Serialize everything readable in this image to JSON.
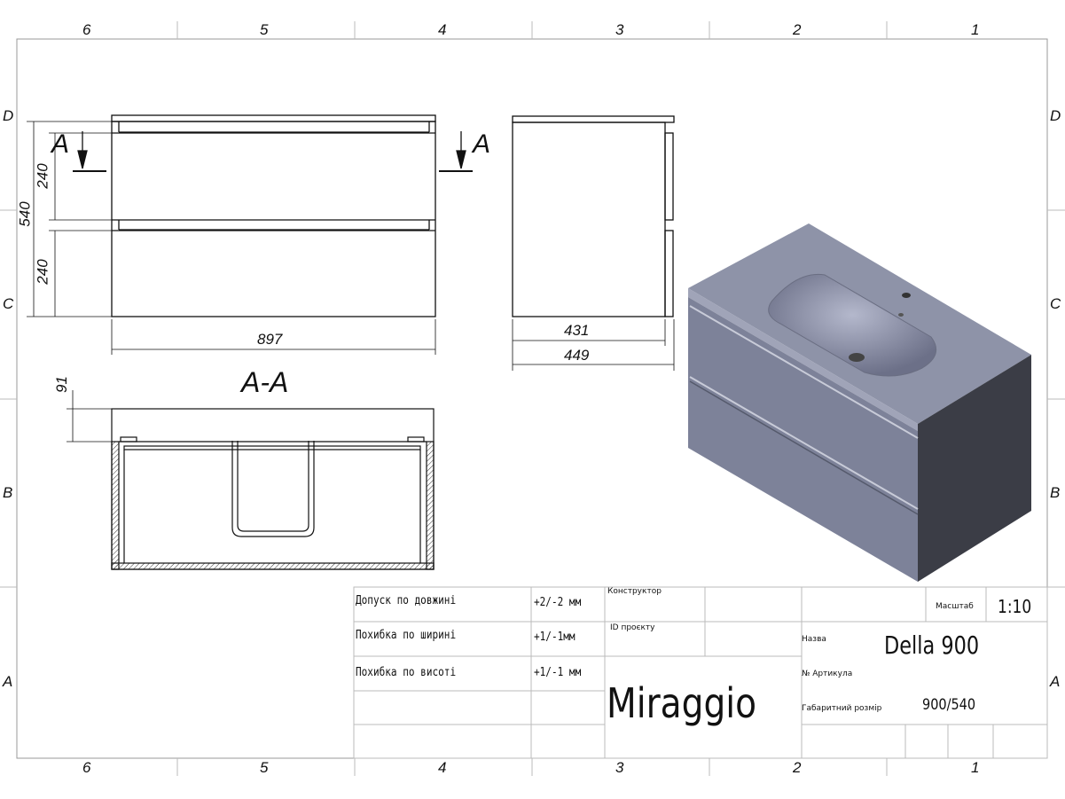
{
  "frame": {
    "columns": [
      "6",
      "5",
      "4",
      "3",
      "2",
      "1"
    ],
    "rows": [
      "D",
      "C",
      "B",
      "A"
    ]
  },
  "views": {
    "section_marker_left": "A",
    "section_marker_right": "A",
    "section_title": "A-A",
    "dimensions": {
      "front_height_total": "540",
      "front_drawer_top": "240",
      "front_drawer_bottom": "240",
      "front_width": "897",
      "side_depth_inner": "431",
      "side_depth_total": "449",
      "section_depth": "91"
    }
  },
  "title_block": {
    "tolerance_length_label": "Допуск по довжині",
    "tolerance_length_value": "+2/-2 мм",
    "tolerance_width_label": "Похибка по ширині",
    "tolerance_width_value": "+1/-1мм",
    "tolerance_height_label": "Похибка по висоті",
    "tolerance_height_value": "+1/-1 мм",
    "designer_label": "Конструктор",
    "project_id_label": "ID проєкту",
    "brand": "Miraggio",
    "scale_label": "Масштаб",
    "scale_value": "1:10",
    "name_label": "Назва",
    "name_value": "Della 900",
    "article_label": "№ Артикула",
    "size_label": "Габаритний розмір",
    "size_value": "900/540"
  },
  "colors": {
    "line": "#111111",
    "grid": "#bbbbbb",
    "iso_top": "#8e93a8",
    "iso_front": "#7d8299",
    "iso_side": "#3b3d46"
  }
}
